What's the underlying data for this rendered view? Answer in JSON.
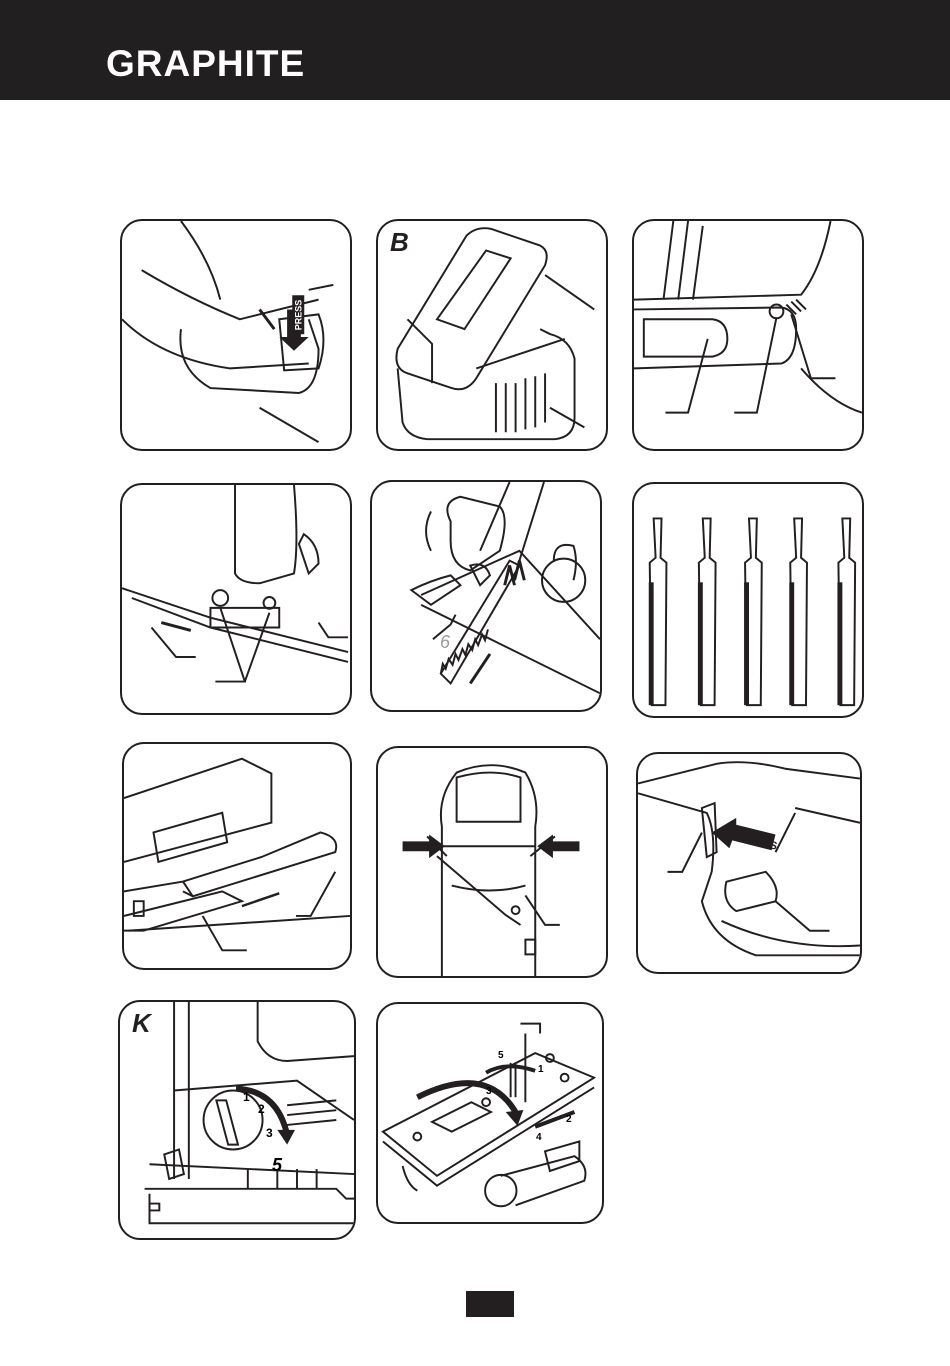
{
  "header": {
    "brand": "GRAPHITE",
    "bg_color": "#221f20",
    "text_color": "#ffffff"
  },
  "panels": {
    "b": {
      "letter": "B"
    },
    "k": {
      "letter": "K"
    }
  },
  "labels": {
    "press": "PRESS",
    "press_rotated": "PRESS",
    "dial_1": "1",
    "dial_2": "2",
    "dial_3": "3",
    "dial_5": "5",
    "base_1": "1",
    "base_2": "2",
    "base_3": "3",
    "base_4": "4",
    "base_5": "5",
    "blade_6": "6"
  },
  "colors": {
    "line": "#231f20",
    "background": "#ffffff"
  }
}
